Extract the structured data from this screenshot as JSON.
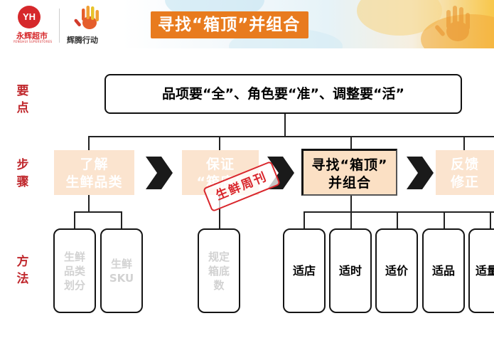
{
  "header": {
    "banner_title": "寻找“箱顶”并组合",
    "logo_yh": {
      "mark": "YH",
      "name": "永辉超市",
      "subtitle": "YONGHUI SUPERSTORES"
    },
    "logo_huiteng": {
      "name": "辉腾行动"
    }
  },
  "rows": {
    "points": "要点",
    "steps": "步骤",
    "methods": "方法"
  },
  "principle": "品项要“全”、角色要“准”、调整要“活”",
  "steps": [
    {
      "line1": "了解",
      "line2": "生鲜品类",
      "state": "faded"
    },
    {
      "line1": "保证",
      "line2": "“箱底”",
      "state": "faded"
    },
    {
      "line1": "寻找“箱顶”",
      "line2": "并组合",
      "state": "active"
    },
    {
      "line1": "反馈",
      "line2": "修正",
      "state": "faded"
    }
  ],
  "methods": [
    {
      "label": "生鲜品类划分",
      "state": "faded"
    },
    {
      "label": "生鲜SKU",
      "state": "faded"
    },
    {
      "label": "规定箱底数",
      "state": "faded"
    },
    {
      "label": "适店",
      "state": "active"
    },
    {
      "label": "适时",
      "state": "active"
    },
    {
      "label": "适价",
      "state": "active"
    },
    {
      "label": "适品",
      "state": "active"
    },
    {
      "label": "适量",
      "state": "active"
    }
  ],
  "stamp": "生鲜周刊",
  "icons": {
    "arrow": "chevron-arrow-icon",
    "hand": "hand-print-icon"
  },
  "colors": {
    "accent_orange": "#e87b1e",
    "label_red": "#c0282d",
    "step_fill": "#fbe4cf",
    "stamp_red": "#d9262c"
  }
}
